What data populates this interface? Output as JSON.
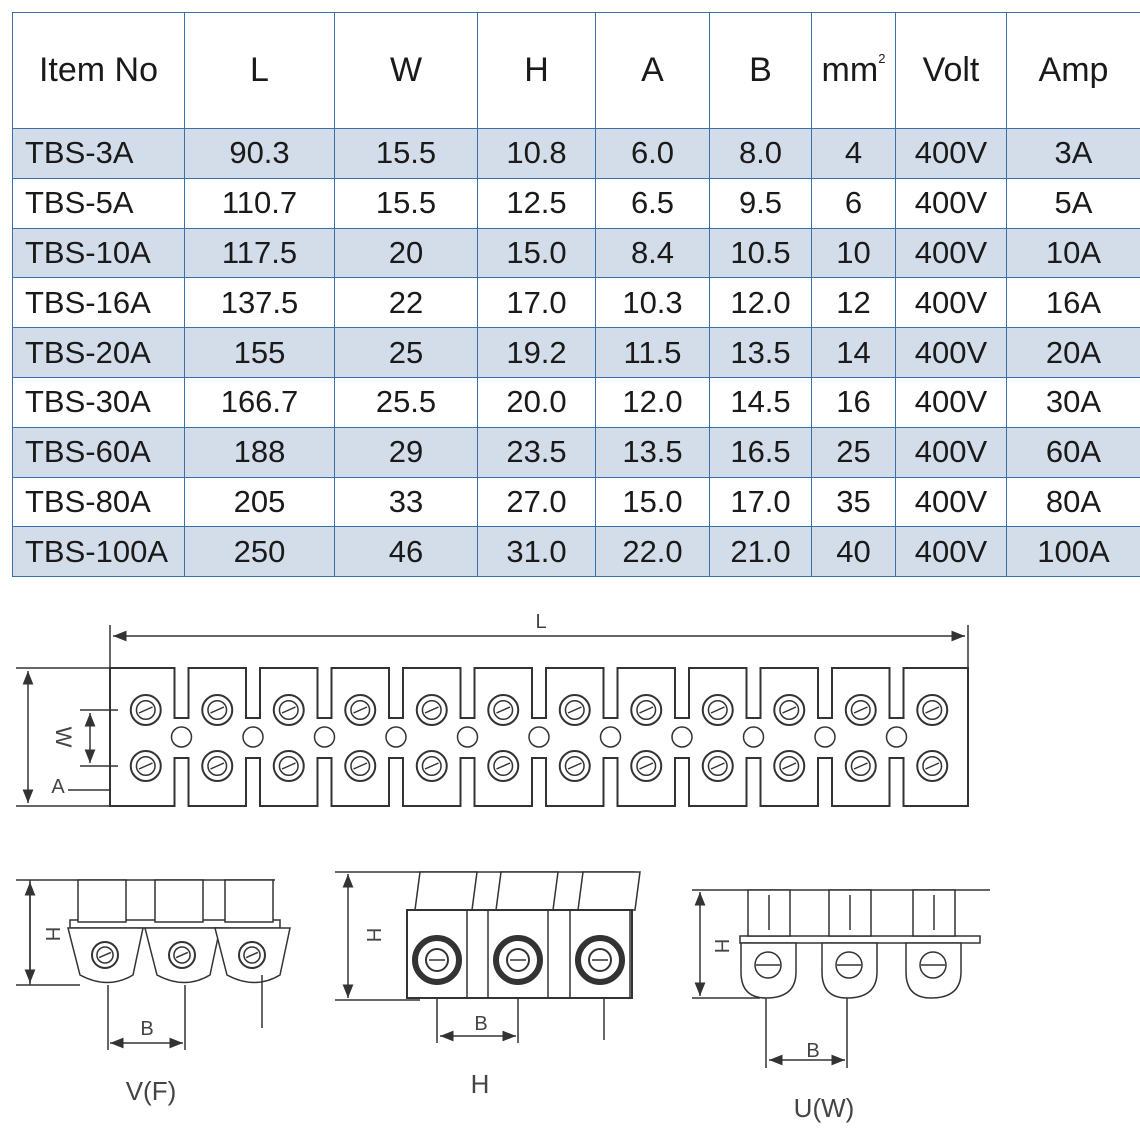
{
  "table": {
    "headers": [
      "Item No",
      "L",
      "W",
      "H",
      "A",
      "B",
      "mm",
      "Volt",
      "Amp"
    ],
    "header_superscript": "2",
    "rows": [
      [
        "TBS-3A",
        "90.3",
        "15.5",
        "10.8",
        "6.0",
        "8.0",
        "4",
        "400V",
        "3A"
      ],
      [
        "TBS-5A",
        "110.7",
        "15.5",
        "12.5",
        "6.5",
        "9.5",
        "6",
        "400V",
        "5A"
      ],
      [
        "TBS-10A",
        "117.5",
        "20",
        "15.0",
        "8.4",
        "10.5",
        "10",
        "400V",
        "10A"
      ],
      [
        "TBS-16A",
        "137.5",
        "22",
        "17.0",
        "10.3",
        "12.0",
        "12",
        "400V",
        "16A"
      ],
      [
        "TBS-20A",
        "155",
        "25",
        "19.2",
        "11.5",
        "13.5",
        "14",
        "400V",
        "20A"
      ],
      [
        "TBS-30A",
        "166.7",
        "25.5",
        "20.0",
        "12.0",
        "14.5",
        "16",
        "400V",
        "30A"
      ],
      [
        "TBS-60A",
        "188",
        "29",
        "23.5",
        "13.5",
        "16.5",
        "25",
        "400V",
        "60A"
      ],
      [
        "TBS-80A",
        "205",
        "33",
        "27.0",
        "15.0",
        "17.0",
        "35",
        "400V",
        "80A"
      ],
      [
        "TBS-100A",
        "250",
        "46",
        "31.0",
        "22.0",
        "21.0",
        "40",
        "400V",
        "100A"
      ]
    ]
  },
  "chart_data": {
    "type": "table",
    "columns": [
      "Item No",
      "L",
      "W",
      "H",
      "A",
      "B",
      "mm2",
      "Volt",
      "Amp"
    ],
    "rows": [
      [
        "TBS-3A",
        90.3,
        15.5,
        10.8,
        6.0,
        8.0,
        4,
        "400V",
        "3A"
      ],
      [
        "TBS-5A",
        110.7,
        15.5,
        12.5,
        6.5,
        9.5,
        6,
        "400V",
        "5A"
      ],
      [
        "TBS-10A",
        117.5,
        20,
        15.0,
        8.4,
        10.5,
        10,
        "400V",
        "10A"
      ],
      [
        "TBS-16A",
        137.5,
        22,
        17.0,
        10.3,
        12.0,
        12,
        "400V",
        "16A"
      ],
      [
        "TBS-20A",
        155,
        25,
        19.2,
        11.5,
        13.5,
        14,
        "400V",
        "20A"
      ],
      [
        "TBS-30A",
        166.7,
        25.5,
        20.0,
        12.0,
        14.5,
        16,
        "400V",
        "30A"
      ],
      [
        "TBS-60A",
        188,
        29,
        23.5,
        13.5,
        16.5,
        25,
        "400V",
        "60A"
      ],
      [
        "TBS-80A",
        205,
        33,
        27.0,
        15.0,
        17.0,
        35,
        "400V",
        "80A"
      ],
      [
        "TBS-100A",
        250,
        46,
        31.0,
        22.0,
        21.0,
        40,
        "400V",
        "100A"
      ]
    ]
  },
  "colors": {
    "border": "#3c6ea8",
    "row_shade": "#d3dce9",
    "drawing": "#333333"
  },
  "drawing": {
    "dim_labels": {
      "L": "L",
      "W": "W",
      "A": "A",
      "H": "H",
      "B": "B"
    },
    "captions": {
      "vf": "V(F)",
      "h": "H",
      "uw": "U(W)"
    }
  }
}
